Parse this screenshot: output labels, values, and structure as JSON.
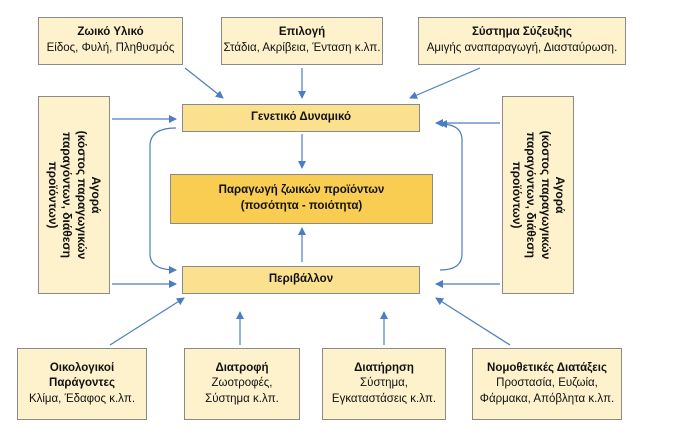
{
  "top": [
    {
      "title": "Ζωικό Υλικό",
      "sub": "Είδος, Φυλή, Πληθυσμός"
    },
    {
      "title": "Επιλογή",
      "sub": "Στάδια, Ακρίβεια, Ένταση κ.λπ."
    },
    {
      "title": "Σύστημα Σύζευξης",
      "sub": "Αμιγής αναπαραγωγή, Διασταύρωση."
    }
  ],
  "center": {
    "genetic": "Γενετικό Δυναμικό",
    "production_line1": "Παραγωγή ζωικών προϊόντων",
    "production_line2": "(ποσότητα - ποιότητα)",
    "environment": "Περιβάλλον"
  },
  "side": {
    "left": {
      "title": "Αγορά",
      "sub": "(κόστος παραγωγικών παραγόντων, διάθεση προϊόντων)"
    },
    "right": {
      "title": "Αγορά",
      "sub": "(κόστος παραγωγικών παραγόντων, διάθεση προϊόντων)"
    }
  },
  "bottom": [
    {
      "title": "Οικολογικοί",
      "title2": "Παράγοντες",
      "sub": "Κλίμα, Έδαφος κ.λπ."
    },
    {
      "title": "Διατροφή",
      "sub": "Ζωοτροφές,",
      "sub2": "Σύστημα κ.λπ."
    },
    {
      "title": "Διατήρηση",
      "sub": "Σύστημα,",
      "sub2": "Εγκαταστάσεις κ.λπ."
    },
    {
      "title": "Νομοθετικές Διατάξεις",
      "sub": "Προστασία, Ευζωία,",
      "sub2": "Φάρμακα, Απόβλητα κ.λπ."
    }
  ],
  "colors": {
    "box": "#fdf2cc",
    "center_box": "#fbe08e",
    "production_box": "#f8cd52",
    "arrow": "#4a7ec0"
  }
}
